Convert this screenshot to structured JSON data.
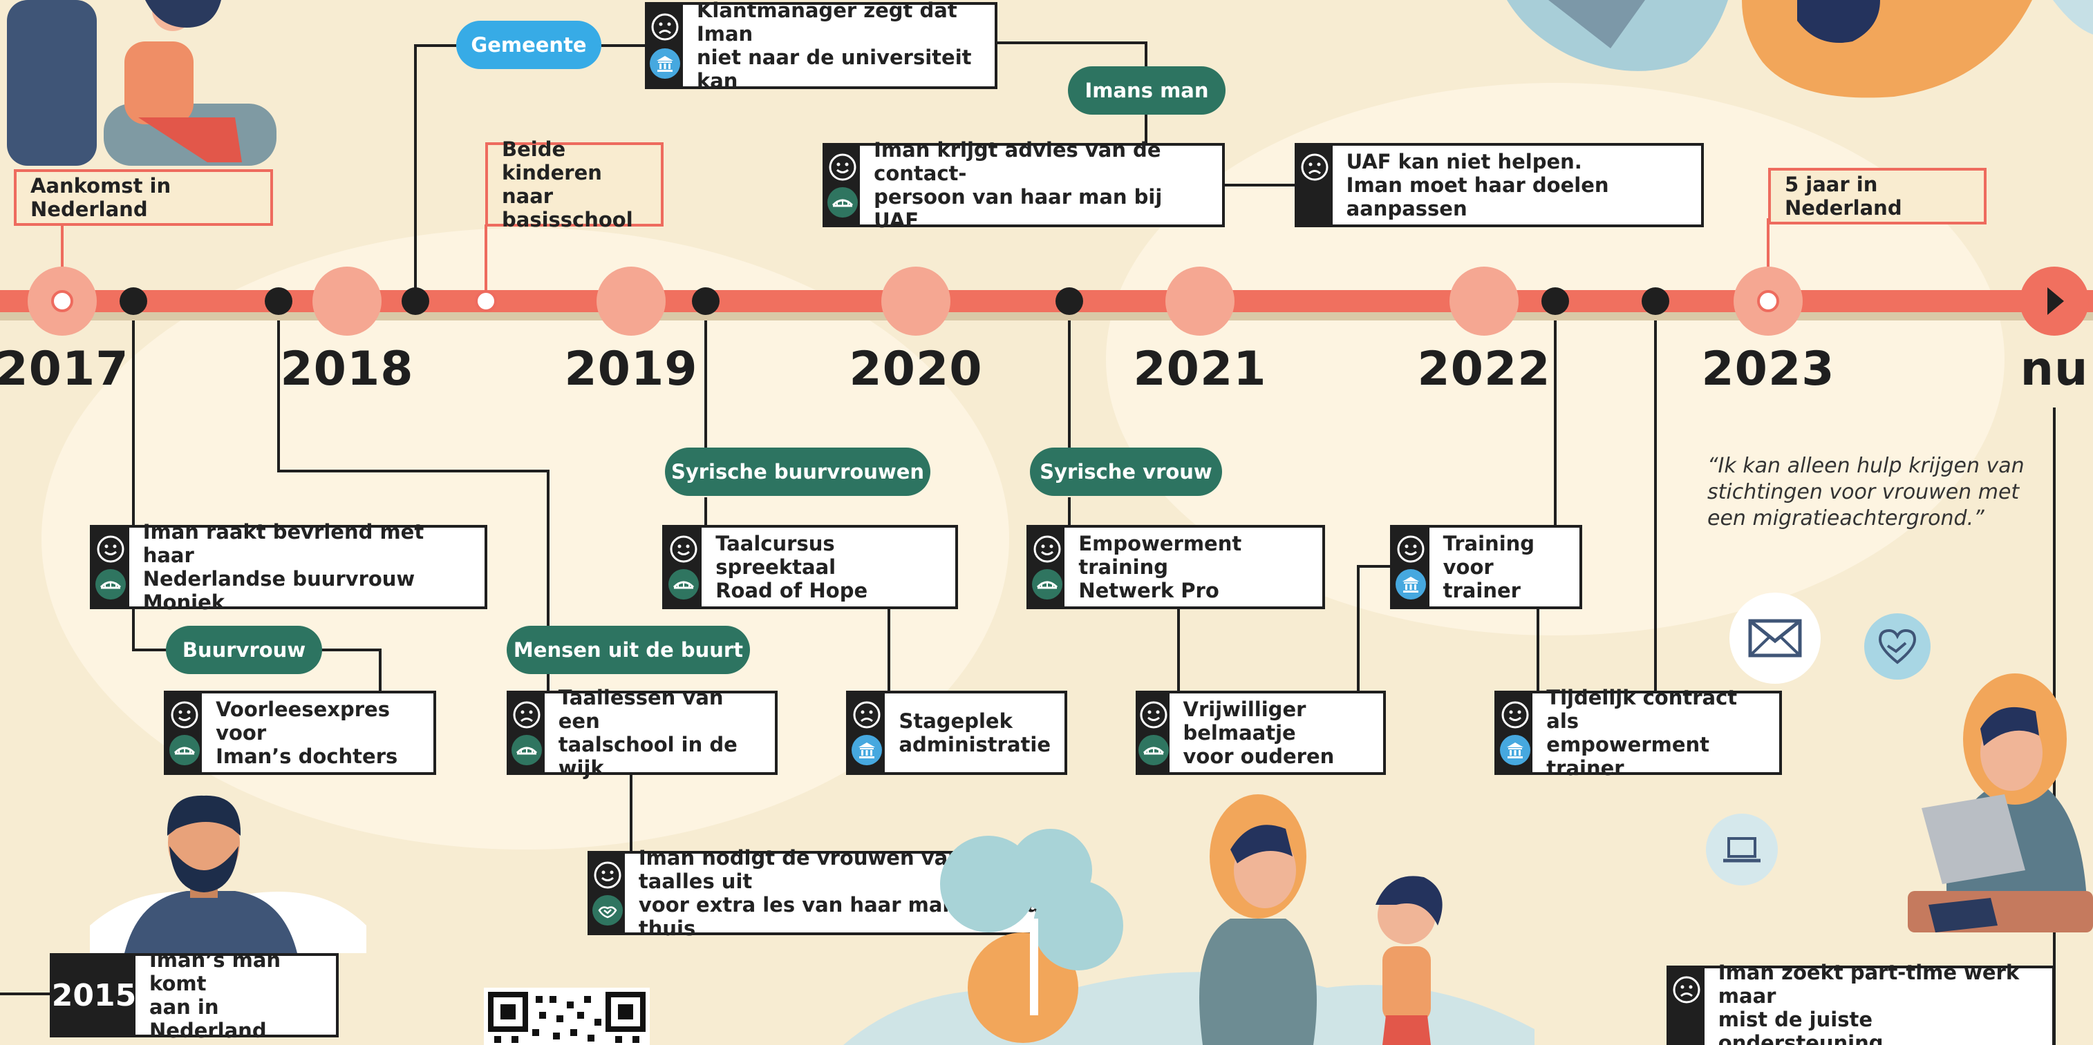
{
  "colors": {
    "background": "#f7ecd2",
    "timeline": "#f0705f",
    "dot": "#f5a792",
    "ink": "#1f1f1f",
    "green": "#2d7461",
    "blue": "#37abe6"
  },
  "years": [
    "2017",
    "2018",
    "2019",
    "2020",
    "2021",
    "2022",
    "2023",
    "nu"
  ],
  "milestones": {
    "arrival": "Aankomst in Nederland",
    "school": "Beide kinderen\nnaar basisschool",
    "five_years": "5 jaar in Nederland"
  },
  "pills": {
    "gemeente": "Gemeente",
    "imans_man": "Imans man",
    "buurvrouw": "Buurvrouw",
    "mensen_buurt": "Mensen uit de buurt",
    "syrische_buurvrouwen": "Syrische buurvrouwen",
    "syrische_vrouw": "Syrische vrouw"
  },
  "events": {
    "klantmanager": "Klantmanager zegt dat Iman\nniet naar de universiteit kan",
    "advies_uaf": "Iman krijgt advies van de contact-\npersoon van haar man bij UAF",
    "uaf_niet": "UAF kan niet helpen.\nIman moet haar doelen aanpassen",
    "bevriend": "Iman raakt bevriend met haar\nNederlandse buurvrouw Moniek",
    "voorleesexpres": "Voorleesexpres voor\nIman’s dochters",
    "taallessen": "Taallessen van een\ntaalschool in de wijk",
    "uitnodigen": "Iman nodigt de vrouwen van de taalles uit\nvoor extra les van haar man bij haar thuis",
    "taalcursus": "Taalcursus spreektaal\nRoad of Hope",
    "stageplek": "Stageplek\nadministratie",
    "empowerment": "Empowerment training\nNetwerk Pro",
    "vrijwilliger": "Vrijwilliger belmaatje\nvoor ouderen",
    "training_trainer": "Training\nvoor trainer",
    "contract": "Tijdelijk contract als\nempowerment trainer",
    "parttime": "Iman zoekt part-time werk maar\nmist de juiste ondersteuning."
  },
  "year_2015": "2015",
  "man_arrival": "Iman’s man komt\naan in Nederland",
  "quote": "“Ik kan alleen hulp krijgen van stichtingen voor vrouwen met een migratieachtergrond.”",
  "icons": {
    "happy": "smiley-happy-icon",
    "sad": "smiley-sad-icon",
    "bridge": "bridge-icon",
    "institution": "institution-icon",
    "handshake": "handshake-icon",
    "mail": "mail-icon",
    "laptop": "laptop-icon"
  }
}
